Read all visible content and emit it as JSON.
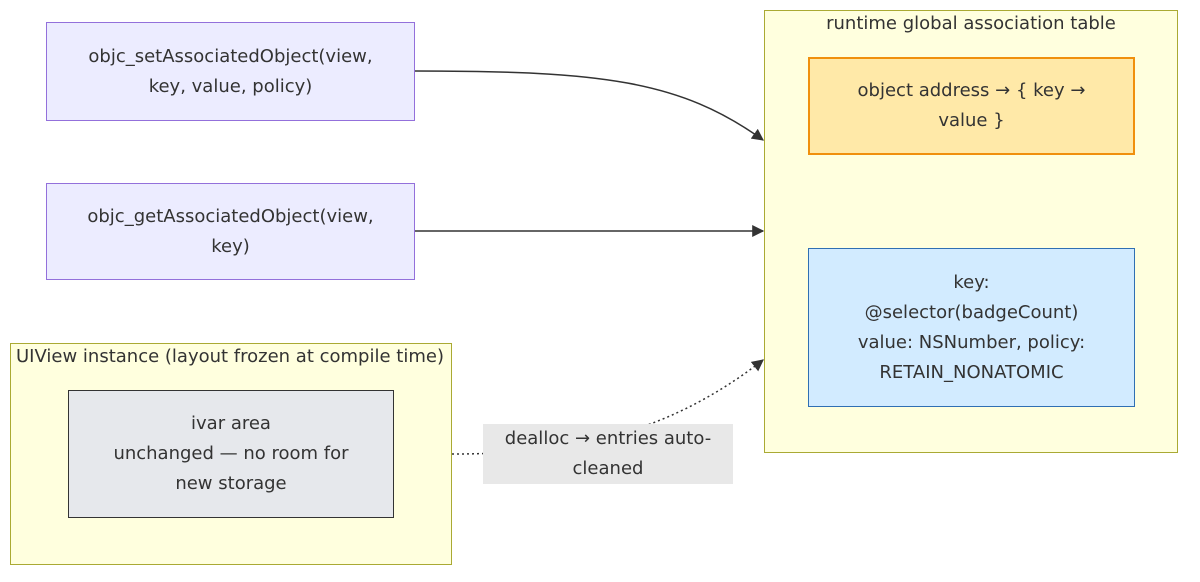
{
  "calls": {
    "set": [
      "objc_setAssociatedObject(view,",
      "key, value, policy)"
    ],
    "get": [
      "objc_getAssociatedObject(view,",
      "key)"
    ]
  },
  "uiview": {
    "title": "UIView instance (layout frozen at compile time)",
    "ivar": [
      "ivar area",
      "unchanged — no room for",
      "new storage"
    ]
  },
  "runtime": {
    "title": "runtime global association table",
    "map": [
      "object address → { key →",
      "value }"
    ],
    "entry": [
      "key:",
      "@selector(badgeCount)",
      "value: NSNumber, policy:",
      "RETAIN_NONATOMIC"
    ]
  },
  "edges": {
    "dealloc_label": [
      "dealloc → entries auto-",
      "cleaned"
    ]
  },
  "colors": {
    "call_fill": "#ececff",
    "call_border": "#9370db",
    "group_fill": "#ffffde",
    "group_border": "#aaaa33",
    "map_fill": "#ffe9a8",
    "map_border": "#f0900d",
    "entry_fill": "#d2ebff",
    "entry_border": "#2f6fb3",
    "ivar_fill": "#e6e8ec",
    "ivar_border": "#333333",
    "edge": "#333333",
    "label_bg": "#e8e8e8"
  }
}
